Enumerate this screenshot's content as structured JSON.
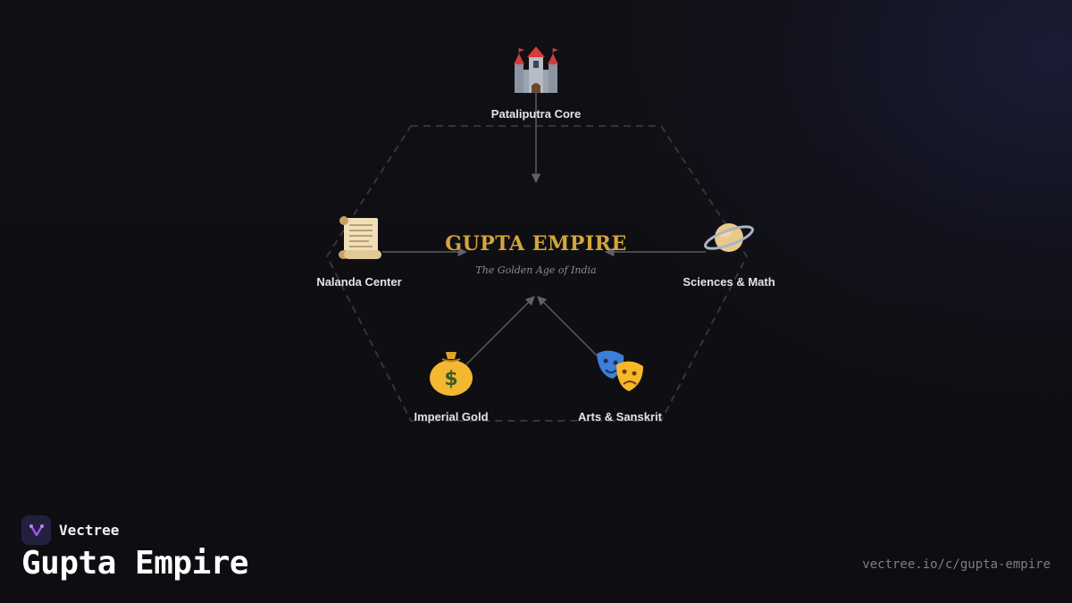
{
  "diagram": {
    "center": {
      "title": "GUPTA EMPIRE",
      "subtitle": "The Golden Age of India"
    },
    "nodes": [
      {
        "id": "pataliputra",
        "icon": "castle-icon",
        "label": "Pataliputra Core"
      },
      {
        "id": "nalanda",
        "icon": "scroll-icon",
        "label": "Nalanda Center"
      },
      {
        "id": "sciences",
        "icon": "ringed-planet-icon",
        "label": "Sciences & Math"
      },
      {
        "id": "gold",
        "icon": "money-bag-icon",
        "label": "Imperial Gold"
      },
      {
        "id": "arts",
        "icon": "performing-arts-masks-icon",
        "label": "Arts & Sanskrit"
      }
    ],
    "edges": [
      {
        "from": "pataliputra",
        "to": "center"
      },
      {
        "from": "nalanda",
        "to": "center"
      },
      {
        "from": "sciences",
        "to": "center"
      },
      {
        "from": "gold",
        "to": "center"
      },
      {
        "from": "arts",
        "to": "center"
      }
    ],
    "colors": {
      "title": "#d4a53a",
      "edge": "#5a5a60",
      "hexagon": "#3a3a40"
    }
  },
  "footer": {
    "brand": "Vectree",
    "title": "Gupta Empire",
    "url": "vectree.io/c/gupta-empire"
  }
}
